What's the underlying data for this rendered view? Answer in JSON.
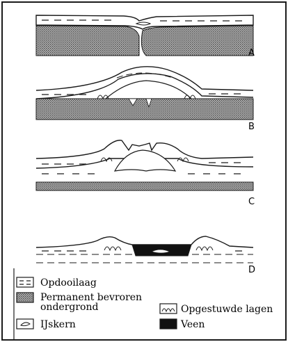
{
  "panels": [
    {
      "label": "A"
    },
    {
      "label": "B"
    },
    {
      "label": "C"
    },
    {
      "label": "D"
    }
  ],
  "legend": {
    "items": [
      {
        "symbol": "dashed-layer",
        "label": "Opdooilaag"
      },
      {
        "symbol": "stippled-fill",
        "label": "Permanent bevroren ondergrond",
        "lines": [
          "Permanent bevroren",
          "ondergrond"
        ]
      },
      {
        "symbol": "ice-lens",
        "label": "IJskern"
      },
      {
        "symbol": "folded-lines",
        "label": "Opgestuwde lagen"
      },
      {
        "symbol": "solid-black",
        "label": "Veen"
      }
    ]
  },
  "colors": {
    "ink": "#1a1a1a",
    "stipple": "#8a8a8a",
    "background": "#ffffff"
  }
}
